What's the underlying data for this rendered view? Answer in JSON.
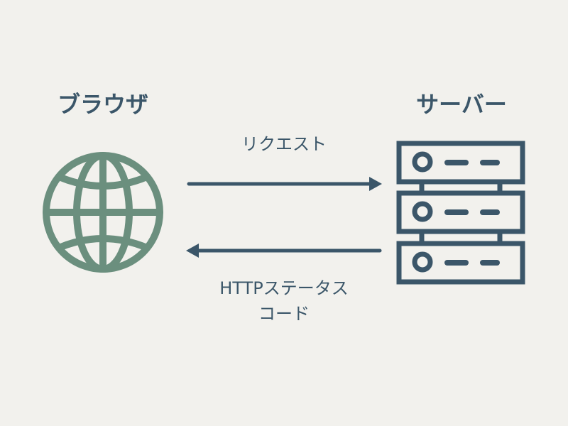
{
  "nodes": {
    "browser": {
      "label": "ブラウザ",
      "icon": "globe-icon",
      "color": "#6b8f7e"
    },
    "server": {
      "label": "サーバー",
      "icon": "server-rack-icon",
      "color": "#3b5669"
    }
  },
  "edges": {
    "request": {
      "label": "リクエスト",
      "from": "browser",
      "to": "server"
    },
    "response": {
      "label_line1": "HTTPステータス",
      "label_line2": "コード",
      "from": "server",
      "to": "browser"
    }
  },
  "colors": {
    "background": "#f2f1ed",
    "text": "#3b5669",
    "globe": "#6b8f7e",
    "server": "#3b5669"
  }
}
